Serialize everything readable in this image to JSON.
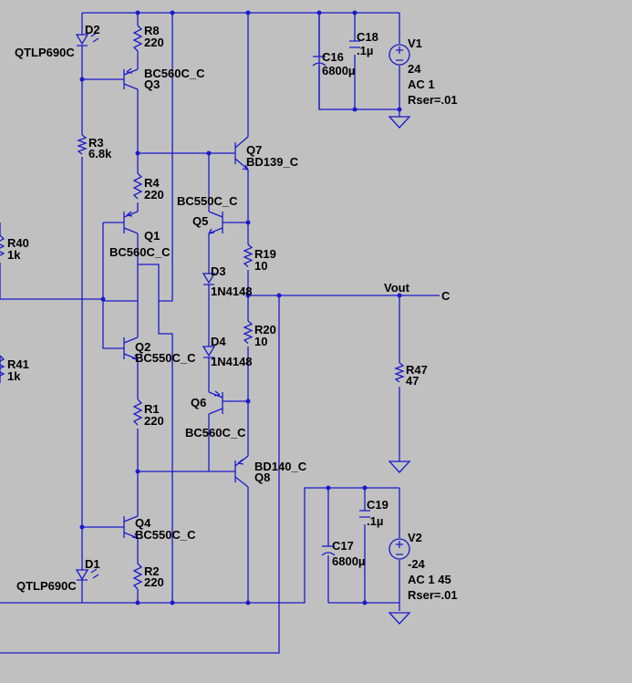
{
  "colors": {
    "background": "#c0c0c0",
    "wire": "#1a1acc",
    "text": "#000000"
  },
  "components": {
    "D2": {
      "ref": "D2",
      "model": "QTLP690C"
    },
    "D1": {
      "ref": "D1",
      "model": "QTLP690C"
    },
    "R8": {
      "ref": "R8",
      "value": "220"
    },
    "R3": {
      "ref": "R3",
      "value": "6.8k"
    },
    "R4": {
      "ref": "R4",
      "value": "220"
    },
    "R1": {
      "ref": "R1",
      "value": "220"
    },
    "R2": {
      "ref": "R2",
      "value": "220"
    },
    "R40": {
      "ref": "R40",
      "value": "1k"
    },
    "R41": {
      "ref": "R41",
      "value": "1k"
    },
    "R19": {
      "ref": "R19",
      "value": "10"
    },
    "R20": {
      "ref": "R20",
      "value": "10"
    },
    "R47": {
      "ref": "R47",
      "value": "47"
    },
    "Q3": {
      "ref": "Q3",
      "model": "BC560C_C"
    },
    "Q1": {
      "ref": "Q1",
      "model": "BC560C_C"
    },
    "Q2": {
      "ref": "Q2",
      "model": "BC550C_C"
    },
    "Q4": {
      "ref": "Q4",
      "model": "BC550C_C"
    },
    "Q5": {
      "ref": "Q5",
      "model": "BC550C_C"
    },
    "Q6": {
      "ref": "Q6",
      "model": "BC560C_C"
    },
    "Q7": {
      "ref": "Q7",
      "model": "BD139_C"
    },
    "Q8": {
      "ref": "Q8",
      "model": "BD140_C"
    },
    "D3": {
      "ref": "D3",
      "model": "1N4148"
    },
    "D4": {
      "ref": "D4",
      "model": "1N4148"
    },
    "C16": {
      "ref": "C16",
      "value": "6800µ"
    },
    "C18": {
      "ref": "C18",
      "value": ".1µ"
    },
    "C17": {
      "ref": "C17",
      "value": "6800µ"
    },
    "C19": {
      "ref": "C19",
      "value": ".1µ"
    },
    "V1": {
      "ref": "V1",
      "value": "24",
      "ac": "AC 1",
      "rser": "Rser=.01"
    },
    "V2": {
      "ref": "V2",
      "value": "-24",
      "ac": "AC 1 45",
      "rser": "Rser=.01"
    }
  },
  "nets": {
    "vout": "Vout",
    "c": "C"
  }
}
